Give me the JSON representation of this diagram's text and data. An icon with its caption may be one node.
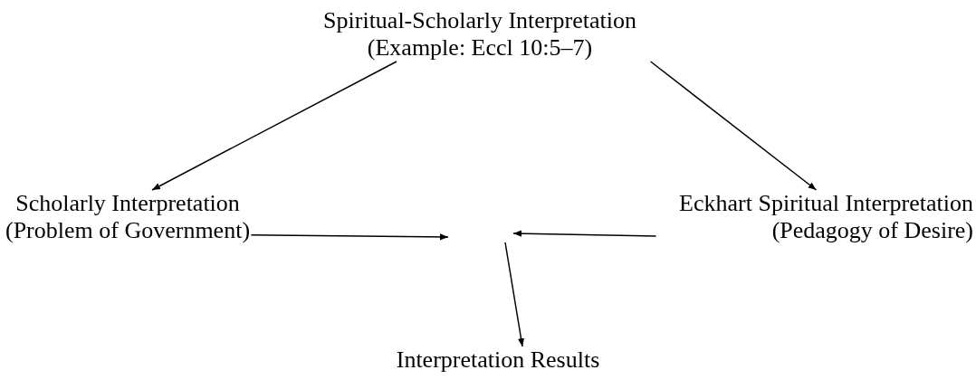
{
  "diagram": {
    "nodes": [
      {
        "text": [
          "Spiritual-Scholarly Interpretation",
          "(Example: Eccl 10:5–7)"
        ]
      },
      {
        "text": [
          "Scholarly Interpretation",
          "(Problem of Government)"
        ]
      },
      {
        "text": [
          "Eckhart Spiritual Interpretation",
          "(Pedagogy of Desire)"
        ]
      },
      {
        "text": [
          "Interpretation Results"
        ]
      }
    ],
    "edges": [
      {
        "from": 0,
        "to": 1,
        "arrow": "to"
      },
      {
        "from": 0,
        "to": 2,
        "arrow": "to"
      },
      {
        "from": 1,
        "to": null,
        "arrow": "to"
      },
      {
        "from": 2,
        "to": null,
        "arrow": "to"
      },
      {
        "from": null,
        "to": 3,
        "arrow": "to"
      }
    ]
  }
}
